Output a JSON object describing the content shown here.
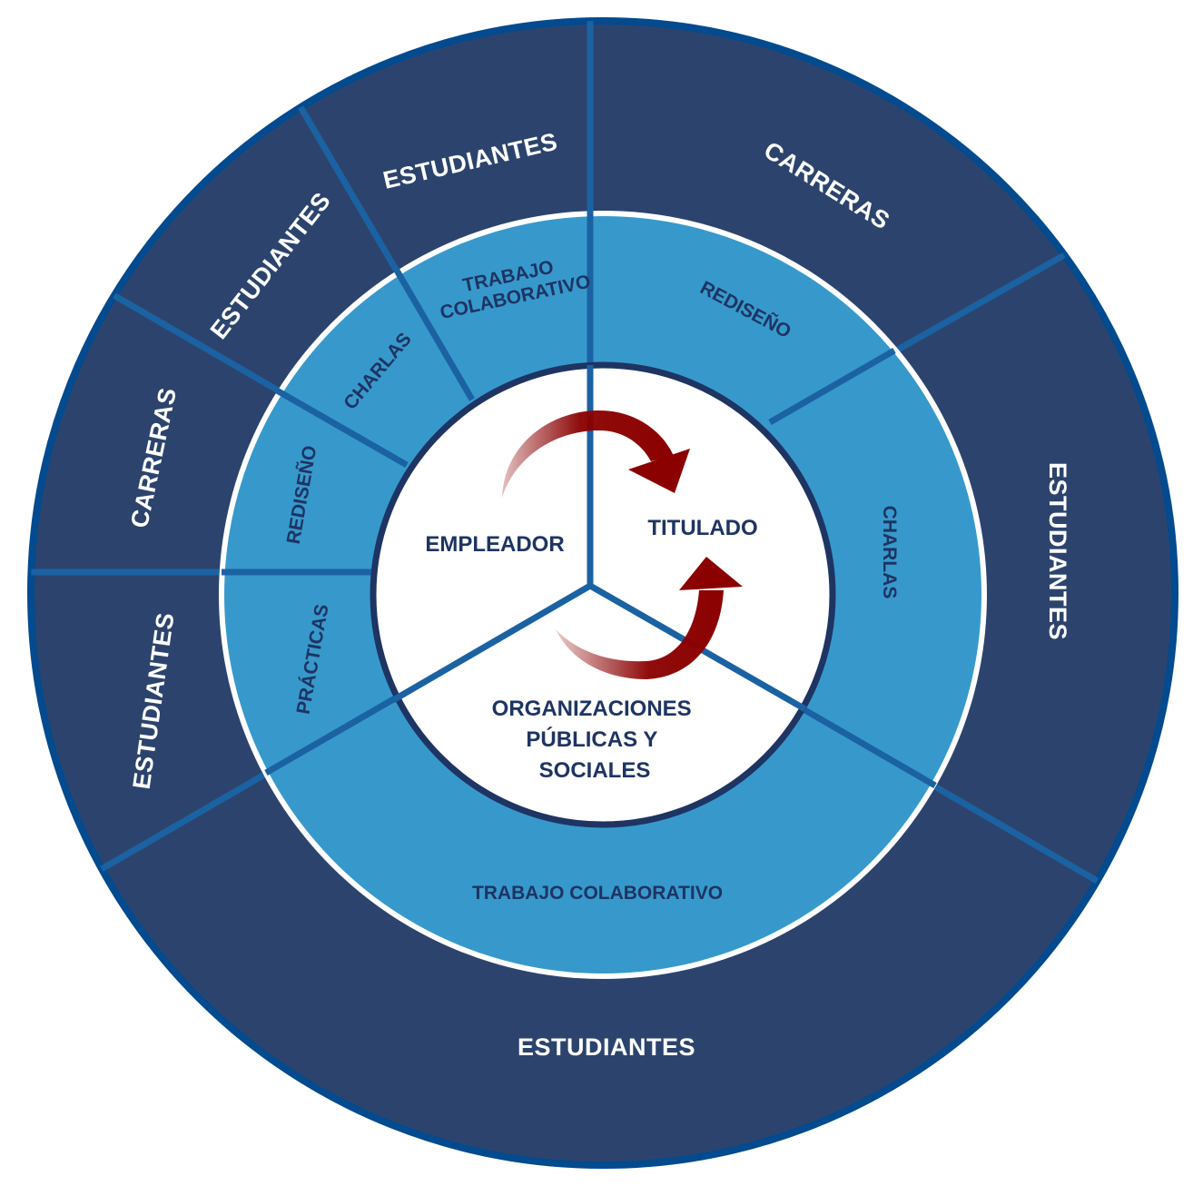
{
  "colors": {
    "outer_ring": "#2c446d",
    "outer_border": "#034a8e",
    "middle_ring": "#3799cb",
    "divider": "#1b62a3",
    "core_border": "#1e3463",
    "core_fill": "#ffffff",
    "arrow": "#8b0000",
    "text_light": "#ffffff",
    "text_dark": "#1e3463"
  },
  "core": {
    "segments": [
      {
        "label": "EMPLEADOR"
      },
      {
        "label": "TITULADO"
      },
      {
        "label_lines": [
          "ORGANIZACIONES",
          "PÚBLICAS Y",
          "SOCIALES"
        ]
      }
    ],
    "arrows": [
      "cycle-arrow-top",
      "cycle-arrow-bottom"
    ]
  },
  "middle_ring": {
    "segments": [
      {
        "label": "REDISEÑO"
      },
      {
        "label": "CHARLAS"
      },
      {
        "label": "TRABAJO COLABORATIVO"
      },
      {
        "label": "PRÁCTICAS"
      },
      {
        "label": "REDISEÑO"
      },
      {
        "label": "CHARLAS"
      },
      {
        "label_lines": [
          "TRABAJO",
          "COLABORATIVO"
        ]
      }
    ]
  },
  "outer_ring": {
    "segments": [
      {
        "label": "CARRERAS"
      },
      {
        "label": "ESTUDIANTES"
      },
      {
        "label": "ESTUDIANTES"
      },
      {
        "label": "ESTUDIANTES"
      },
      {
        "label": "CARRERAS"
      },
      {
        "label": "ESTUDIANTES"
      },
      {
        "label": "ESTUDIANTES"
      }
    ]
  }
}
